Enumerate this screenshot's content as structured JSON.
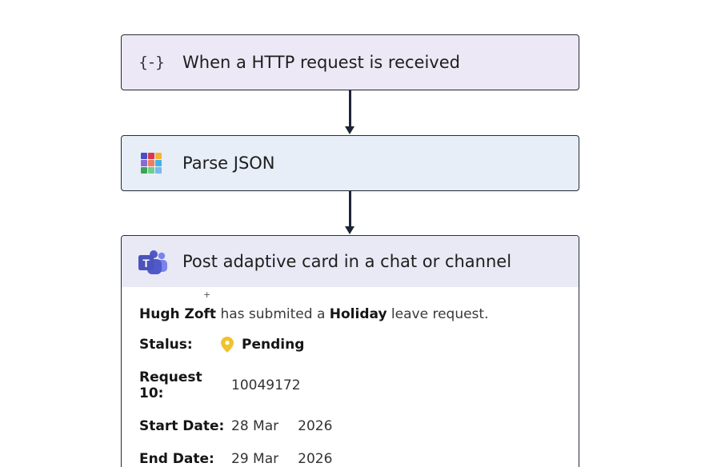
{
  "steps": {
    "http": {
      "title": "When a HTTP request is received",
      "icon": "code-braces-icon",
      "icon_text": "{-}"
    },
    "parse": {
      "title": "Parse JSON",
      "icon": "data-grid-icon"
    },
    "teams": {
      "title": "Post adaptive card in a chat or channel",
      "icon": "teams-icon"
    }
  },
  "card": {
    "requester": "Hugh Zoft",
    "submitted_text": " has submited a ",
    "leave_type": "Holiday",
    "leave_text": " leave request.",
    "status_label": "Stalus:",
    "status_value": "Pending",
    "request_id_label": "Request 10:",
    "request_id_value": "10049172",
    "start_label": "Start Date:",
    "start_day": "28 Mar",
    "start_year": "2026",
    "end_label": "End Date:",
    "end_day": "29 Mar",
    "end_year": "2026"
  },
  "colors": {
    "http_bg": "#ede8f5",
    "parse_bg": "#e7eef8",
    "teams_header_bg": "#e9e8f5",
    "teams_purple": "#5059c9",
    "pending_pin": "#f2c12e",
    "connector": "#1c2536"
  }
}
